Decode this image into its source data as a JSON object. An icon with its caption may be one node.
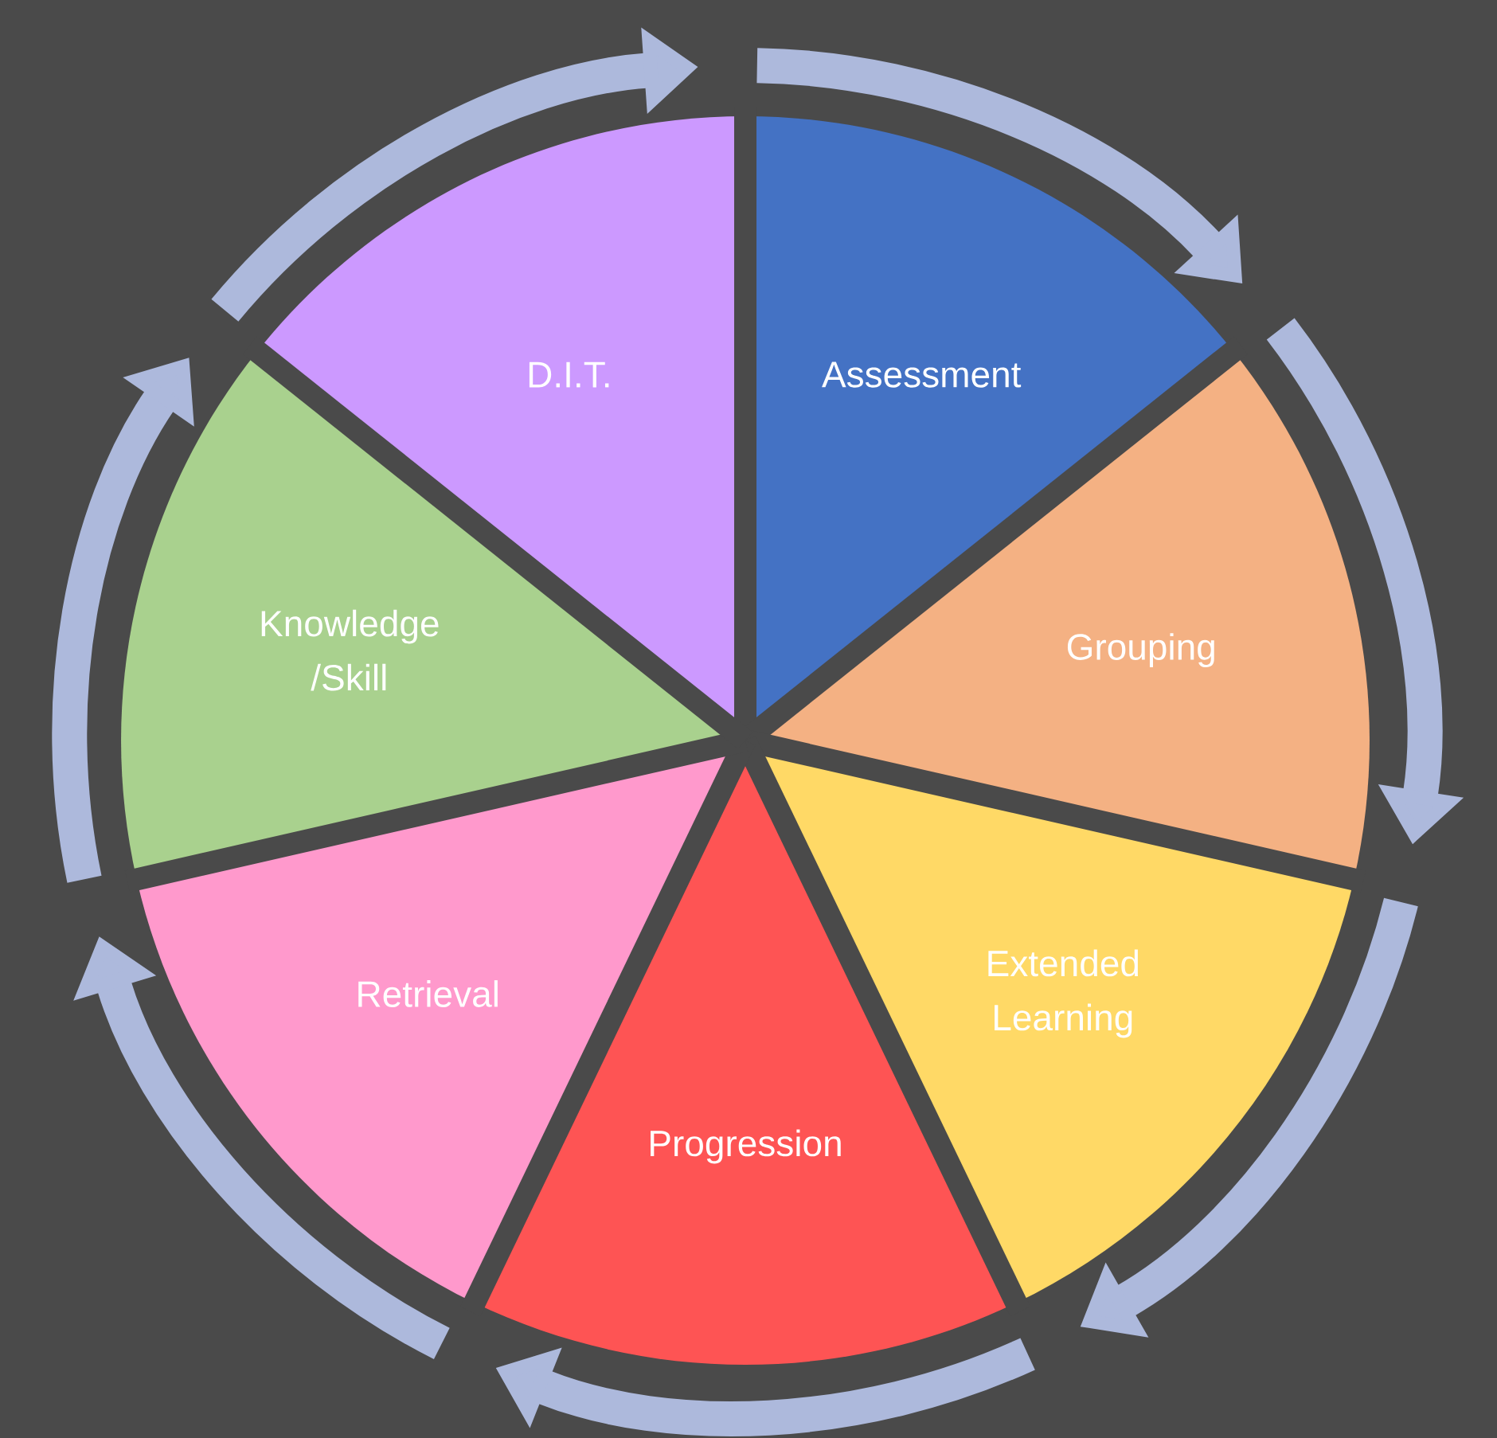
{
  "diagram": {
    "nodes": [
      {
        "text": [
          "Assessment"
        ]
      },
      {
        "text": [
          "Grouping"
        ]
      },
      {
        "text": [
          "Extended Learning"
        ]
      },
      {
        "text": [
          "Progression"
        ]
      },
      {
        "text": [
          "Retrieval"
        ]
      },
      {
        "text": [
          "Knowledge /Skill"
        ]
      },
      {
        "text": [
          "D.I.T."
        ]
      }
    ]
  }
}
